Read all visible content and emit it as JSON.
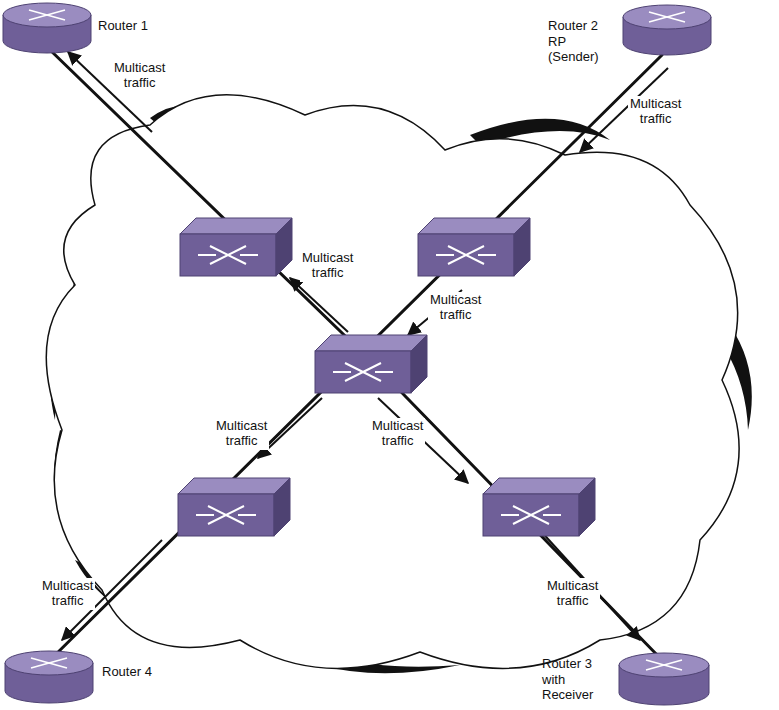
{
  "diagram": {
    "nodes": [
      {
        "text": [
          "Router 1"
        ]
      },
      {
        "text": [
          "Router 2 RP (Sender)"
        ]
      },
      {
        "text": [
          "Router 4"
        ]
      },
      {
        "text": [
          "Router 3 with Receiver"
        ]
      }
    ],
    "labels": [
      "Multicast traffic",
      "Multicast traffic",
      "Multicast traffic",
      "Multicast traffic",
      "Multicast traffic",
      "Multicast traffic",
      "Multicast traffic",
      "Multicast traffic"
    ]
  }
}
